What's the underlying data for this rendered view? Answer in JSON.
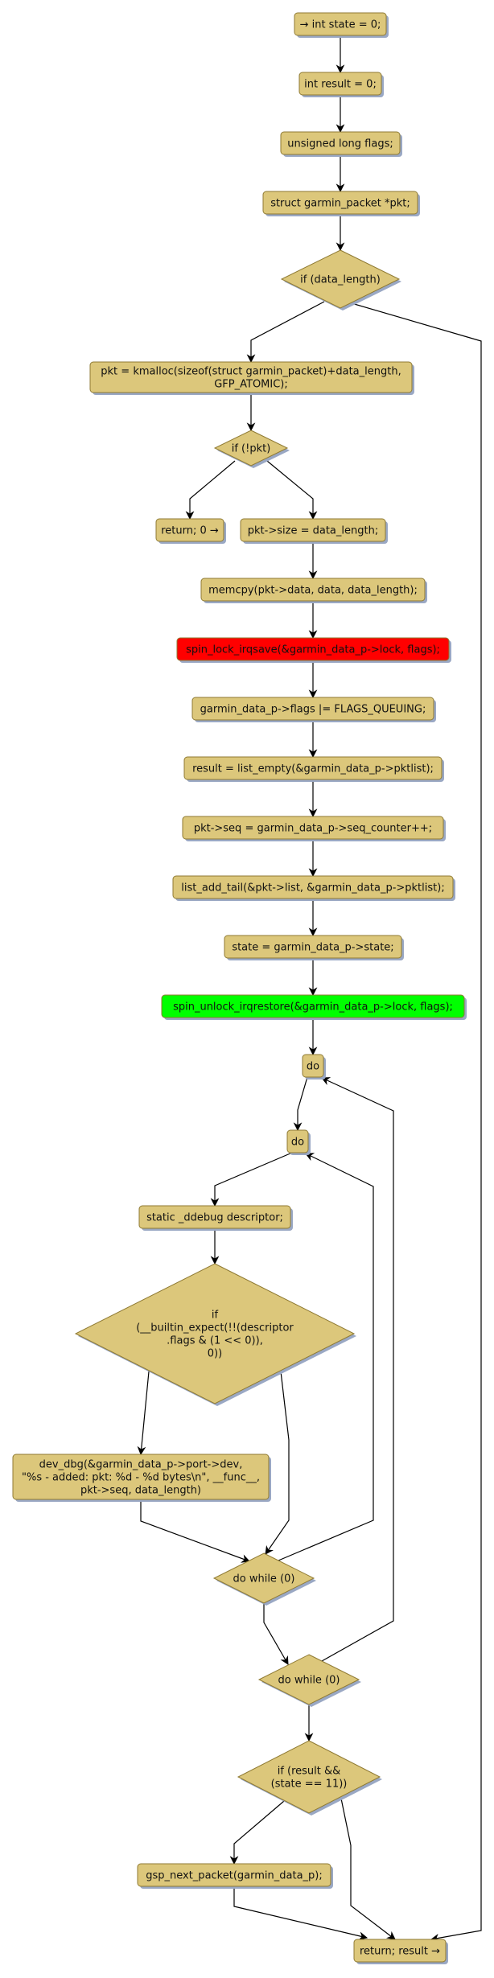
{
  "diagram": {
    "type": "flowchart",
    "colors": {
      "node_fill": "#dcc77b",
      "node_stroke": "#8f7a33",
      "shadow": "#9aa8c4",
      "lock_fill": "#ff0000",
      "unlock_fill": "#00ff00",
      "edge": "#000000"
    },
    "nodes": [
      {
        "id": "n1",
        "shape": "box",
        "kind": "normal",
        "lines": [
          "→ int state = 0;"
        ]
      },
      {
        "id": "n2",
        "shape": "box",
        "kind": "normal",
        "lines": [
          "int result = 0;"
        ]
      },
      {
        "id": "n3",
        "shape": "box",
        "kind": "normal",
        "lines": [
          "unsigned long flags;"
        ]
      },
      {
        "id": "n4",
        "shape": "box",
        "kind": "normal",
        "lines": [
          "struct garmin_packet *pkt;"
        ]
      },
      {
        "id": "n5",
        "shape": "diamond",
        "kind": "normal",
        "lines": [
          "if (data_length)"
        ]
      },
      {
        "id": "n6",
        "shape": "box",
        "kind": "normal",
        "lines": [
          "pkt = kmalloc(sizeof(struct garmin_packet)+data_length,",
          "GFP_ATOMIC);"
        ]
      },
      {
        "id": "n7",
        "shape": "diamond",
        "kind": "normal",
        "lines": [
          "if (!pkt)"
        ]
      },
      {
        "id": "n8",
        "shape": "box",
        "kind": "normal",
        "lines": [
          "return; 0 →"
        ]
      },
      {
        "id": "n9",
        "shape": "box",
        "kind": "normal",
        "lines": [
          "pkt->size = data_length;"
        ]
      },
      {
        "id": "n10",
        "shape": "box",
        "kind": "normal",
        "lines": [
          "memcpy(pkt->data, data, data_length);"
        ]
      },
      {
        "id": "n11",
        "shape": "box",
        "kind": "lock",
        "lines": [
          "spin_lock_irqsave(&garmin_data_p->lock, flags);"
        ]
      },
      {
        "id": "n12",
        "shape": "box",
        "kind": "normal",
        "lines": [
          "garmin_data_p->flags |= FLAGS_QUEUING;"
        ]
      },
      {
        "id": "n13",
        "shape": "box",
        "kind": "normal",
        "lines": [
          "result = list_empty(&garmin_data_p->pktlist);"
        ]
      },
      {
        "id": "n14",
        "shape": "box",
        "kind": "normal",
        "lines": [
          "pkt->seq = garmin_data_p->seq_counter++;"
        ]
      },
      {
        "id": "n15",
        "shape": "box",
        "kind": "normal",
        "lines": [
          "list_add_tail(&pkt->list, &garmin_data_p->pktlist);"
        ]
      },
      {
        "id": "n16",
        "shape": "box",
        "kind": "normal",
        "lines": [
          "state = garmin_data_p->state;"
        ]
      },
      {
        "id": "n17",
        "shape": "box",
        "kind": "unlock",
        "lines": [
          "spin_unlock_irqrestore(&garmin_data_p->lock, flags);"
        ]
      },
      {
        "id": "n18",
        "shape": "box",
        "kind": "normal",
        "lines": [
          "do"
        ]
      },
      {
        "id": "n19",
        "shape": "box",
        "kind": "normal",
        "lines": [
          "do"
        ]
      },
      {
        "id": "n20",
        "shape": "box",
        "kind": "normal",
        "lines": [
          "static _ddebug descriptor;"
        ]
      },
      {
        "id": "n21",
        "shape": "diamond",
        "kind": "normal",
        "lines": [
          "if",
          "(__builtin_expect(!!(descriptor",
          ".flags & (1 << 0)),",
          "0))"
        ]
      },
      {
        "id": "n22",
        "shape": "box",
        "kind": "normal",
        "lines": [
          "dev_dbg(&garmin_data_p->port->dev,",
          "\"%s - added: pkt: %d - %d bytes\\n\", __func__,",
          "pkt->seq, data_length)"
        ]
      },
      {
        "id": "n23",
        "shape": "diamond",
        "kind": "normal",
        "lines": [
          "do while (0)"
        ]
      },
      {
        "id": "n24",
        "shape": "diamond",
        "kind": "normal",
        "lines": [
          "do while (0)"
        ]
      },
      {
        "id": "n25",
        "shape": "diamond",
        "kind": "normal",
        "lines": [
          "if (result &&",
          "(state == 11))"
        ]
      },
      {
        "id": "n26",
        "shape": "box",
        "kind": "normal",
        "lines": [
          "gsp_next_packet(garmin_data_p);"
        ]
      },
      {
        "id": "n27",
        "shape": "box",
        "kind": "normal",
        "lines": [
          "return; result →"
        ]
      }
    ],
    "edges": [
      {
        "from": "n1",
        "to": "n2"
      },
      {
        "from": "n2",
        "to": "n3"
      },
      {
        "from": "n3",
        "to": "n4"
      },
      {
        "from": "n4",
        "to": "n5"
      },
      {
        "from": "n5",
        "to": "n6"
      },
      {
        "from": "n5",
        "to": "n27"
      },
      {
        "from": "n6",
        "to": "n7"
      },
      {
        "from": "n7",
        "to": "n8"
      },
      {
        "from": "n7",
        "to": "n9"
      },
      {
        "from": "n9",
        "to": "n10"
      },
      {
        "from": "n10",
        "to": "n11"
      },
      {
        "from": "n11",
        "to": "n12"
      },
      {
        "from": "n12",
        "to": "n13"
      },
      {
        "from": "n13",
        "to": "n14"
      },
      {
        "from": "n14",
        "to": "n15"
      },
      {
        "from": "n15",
        "to": "n16"
      },
      {
        "from": "n16",
        "to": "n17"
      },
      {
        "from": "n17",
        "to": "n18"
      },
      {
        "from": "n18",
        "to": "n19"
      },
      {
        "from": "n19",
        "to": "n20"
      },
      {
        "from": "n20",
        "to": "n21"
      },
      {
        "from": "n21",
        "to": "n22"
      },
      {
        "from": "n21",
        "to": "n23"
      },
      {
        "from": "n22",
        "to": "n23"
      },
      {
        "from": "n23",
        "to": "n19"
      },
      {
        "from": "n23",
        "to": "n24"
      },
      {
        "from": "n24",
        "to": "n18"
      },
      {
        "from": "n24",
        "to": "n25"
      },
      {
        "from": "n25",
        "to": "n26"
      },
      {
        "from": "n25",
        "to": "n27"
      },
      {
        "from": "n26",
        "to": "n27"
      }
    ]
  }
}
